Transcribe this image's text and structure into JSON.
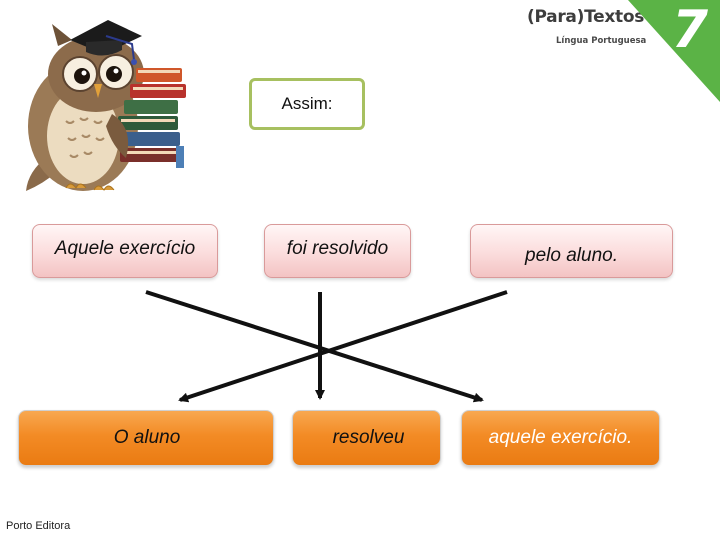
{
  "brand": {
    "title": "(Para)Textos",
    "subtitle": "Língua Portuguesa",
    "grade": "7",
    "accent_color": "#5bb346"
  },
  "intro": {
    "label": "Assim:"
  },
  "passive_sentence": [
    {
      "text": "Aquele exercício"
    },
    {
      "text": "foi resolvido"
    },
    {
      "text": "pelo aluno."
    }
  ],
  "active_sentence": [
    {
      "text": "O aluno"
    },
    {
      "text": "resolveu"
    },
    {
      "text": "aquele exercício."
    }
  ],
  "footer": {
    "publisher": "Porto Editora"
  },
  "colors": {
    "pink_box": "#fbdcdc",
    "orange_box": "#f38b25",
    "assim_border": "#a7c060",
    "arrow": "#111111"
  },
  "icons": [
    "owl-mascot-icon",
    "graduation-cap-icon",
    "book-stack-icon"
  ]
}
